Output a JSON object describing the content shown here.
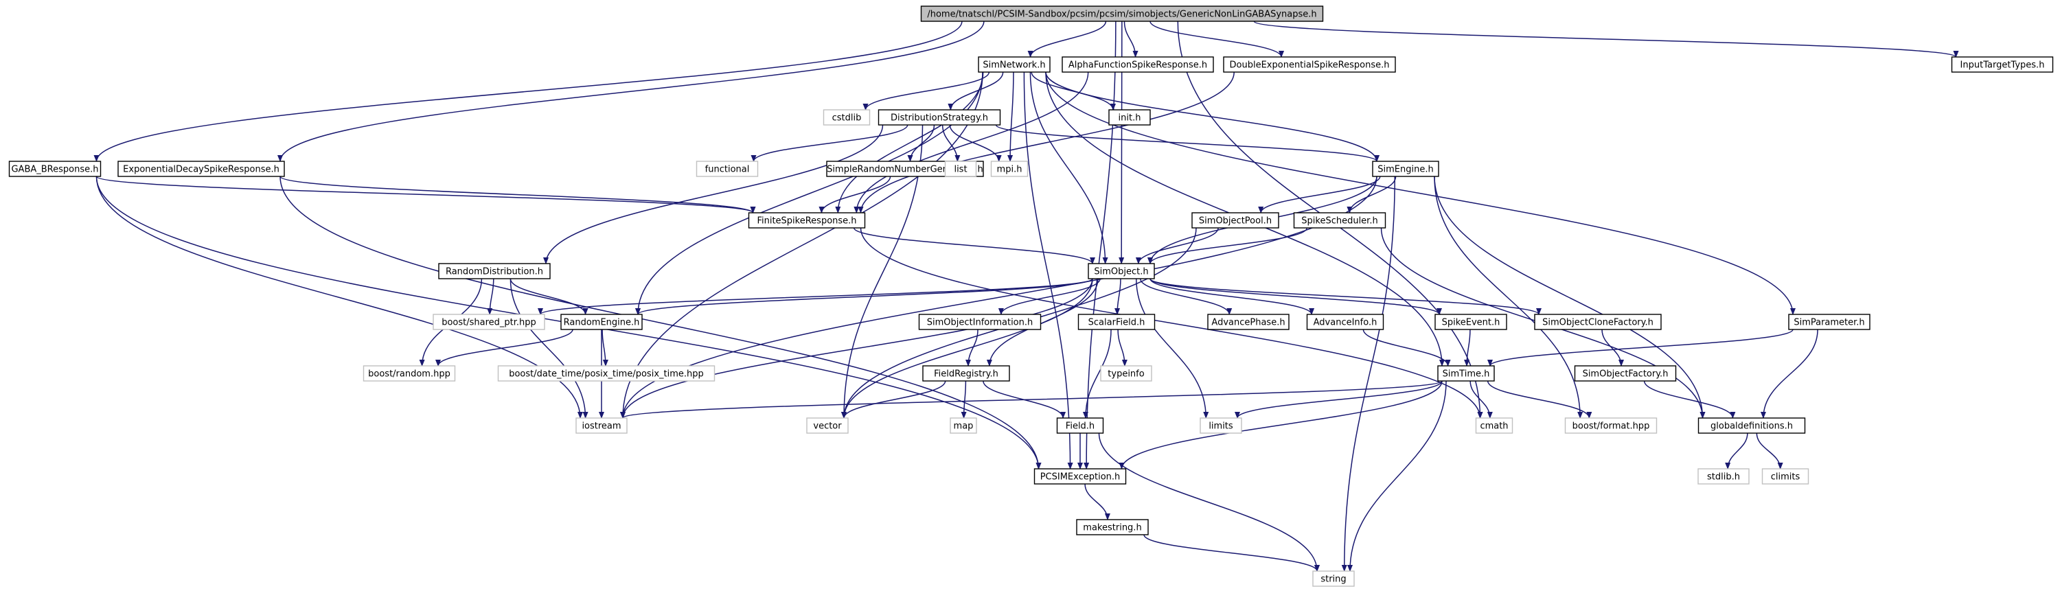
{
  "title": "/home/tnatschl/PCSIM-Sandbox/pcsim/pcsim/simobjects/GenericNonLinGABASynapse.h",
  "edge_color": "#191970",
  "root_fill": "#bfbfbf",
  "nodes": [
    {
      "id": "root",
      "label": "/home/tnatschl/PCSIM-Sandbox/pcsim/pcsim/simobjects/GenericNonLinGABASynapse.h",
      "kind": "root"
    },
    {
      "id": "simnetwork",
      "label": "SimNetwork.h",
      "kind": "file"
    },
    {
      "id": "alphaf",
      "label": "AlphaFunctionSpikeResponse.h",
      "kind": "file"
    },
    {
      "id": "doubleexp",
      "label": "DoubleExponentialSpikeResponse.h",
      "kind": "file"
    },
    {
      "id": "inputtarget",
      "label": "InputTargetTypes.h",
      "kind": "file"
    },
    {
      "id": "cstdlib",
      "label": "cstdlib",
      "kind": "system"
    },
    {
      "id": "diststrat",
      "label": "DistributionStrategy.h",
      "kind": "file"
    },
    {
      "id": "inith",
      "label": "init.h",
      "kind": "file"
    },
    {
      "id": "gabab",
      "label": "GABA_BResponse.h",
      "kind": "file"
    },
    {
      "id": "expdecay",
      "label": "ExponentialDecaySpikeResponse.h",
      "kind": "file"
    },
    {
      "id": "functional",
      "label": "functional",
      "kind": "system"
    },
    {
      "id": "simplerng",
      "label": "SimpleRandomNumberGenerator.h",
      "kind": "file"
    },
    {
      "id": "list",
      "label": "list",
      "kind": "system"
    },
    {
      "id": "mpih",
      "label": "mpi.h",
      "kind": "system"
    },
    {
      "id": "simengine",
      "label": "SimEngine.h",
      "kind": "file"
    },
    {
      "id": "finitespike",
      "label": "FiniteSpikeResponse.h",
      "kind": "file"
    },
    {
      "id": "simobjectpool",
      "label": "SimObjectPool.h",
      "kind": "file"
    },
    {
      "id": "spikesched",
      "label": "SpikeScheduler.h",
      "kind": "file"
    },
    {
      "id": "randomdist",
      "label": "RandomDistribution.h",
      "kind": "file"
    },
    {
      "id": "simobject",
      "label": "SimObject.h",
      "kind": "file"
    },
    {
      "id": "sharedptr",
      "label": "boost/shared_ptr.hpp",
      "kind": "system"
    },
    {
      "id": "randomengine",
      "label": "RandomEngine.h",
      "kind": "file"
    },
    {
      "id": "simobjinfo",
      "label": "SimObjectInformation.h",
      "kind": "file"
    },
    {
      "id": "scalarfield",
      "label": "ScalarField.h",
      "kind": "file"
    },
    {
      "id": "advancephase",
      "label": "AdvancePhase.h",
      "kind": "file"
    },
    {
      "id": "advanceinfo",
      "label": "AdvanceInfo.h",
      "kind": "file"
    },
    {
      "id": "spikeevent",
      "label": "SpikeEvent.h",
      "kind": "file"
    },
    {
      "id": "cloneFactory",
      "label": "SimObjectCloneFactory.h",
      "kind": "file"
    },
    {
      "id": "simparam",
      "label": "SimParameter.h",
      "kind": "file"
    },
    {
      "id": "boostrandom",
      "label": "boost/random.hpp",
      "kind": "system"
    },
    {
      "id": "posixtime",
      "label": "boost/date_time/posix_time/posix_time.hpp",
      "kind": "system"
    },
    {
      "id": "fieldreg",
      "label": "FieldRegistry.h",
      "kind": "file"
    },
    {
      "id": "typeinfo",
      "label": "typeinfo",
      "kind": "system"
    },
    {
      "id": "simtime",
      "label": "SimTime.h",
      "kind": "file"
    },
    {
      "id": "simobjfactory",
      "label": "SimObjectFactory.h",
      "kind": "file"
    },
    {
      "id": "iostream",
      "label": "iostream",
      "kind": "system"
    },
    {
      "id": "vector",
      "label": "vector",
      "kind": "system"
    },
    {
      "id": "map",
      "label": "map",
      "kind": "system"
    },
    {
      "id": "field",
      "label": "Field.h",
      "kind": "file"
    },
    {
      "id": "limits",
      "label": "limits",
      "kind": "system"
    },
    {
      "id": "cmath",
      "label": "cmath",
      "kind": "system"
    },
    {
      "id": "boostformat",
      "label": "boost/format.hpp",
      "kind": "system"
    },
    {
      "id": "globaldefs",
      "label": "globaldefinitions.h",
      "kind": "file"
    },
    {
      "id": "pcsimexc",
      "label": "PCSIMException.h",
      "kind": "file"
    },
    {
      "id": "stdlib",
      "label": "stdlib.h",
      "kind": "system"
    },
    {
      "id": "climits",
      "label": "climits",
      "kind": "system"
    },
    {
      "id": "makestring",
      "label": "makestring.h",
      "kind": "file"
    },
    {
      "id": "string",
      "label": "string",
      "kind": "system"
    }
  ],
  "edges": [
    [
      "root",
      "simnetwork"
    ],
    [
      "root",
      "alphaf"
    ],
    [
      "root",
      "doubleexp"
    ],
    [
      "root",
      "inputtarget"
    ],
    [
      "root",
      "gabab"
    ],
    [
      "root",
      "expdecay"
    ],
    [
      "root",
      "simobject"
    ],
    [
      "root",
      "pcsimexc"
    ],
    [
      "root",
      "cmath"
    ],
    [
      "simnetwork",
      "cstdlib"
    ],
    [
      "simnetwork",
      "diststrat"
    ],
    [
      "simnetwork",
      "inith"
    ],
    [
      "simnetwork",
      "mpih"
    ],
    [
      "simnetwork",
      "simengine"
    ],
    [
      "simnetwork",
      "simobject"
    ],
    [
      "simnetwork",
      "randomengine"
    ],
    [
      "simnetwork",
      "finitespike"
    ],
    [
      "simnetwork",
      "simparam"
    ],
    [
      "simnetwork",
      "simtime"
    ],
    [
      "simnetwork",
      "iostream"
    ],
    [
      "simnetwork",
      "pcsimexc"
    ],
    [
      "alphaf",
      "finitespike"
    ],
    [
      "doubleexp",
      "finitespike"
    ],
    [
      "diststrat",
      "functional"
    ],
    [
      "diststrat",
      "simplerng"
    ],
    [
      "diststrat",
      "list"
    ],
    [
      "diststrat",
      "mpih"
    ],
    [
      "diststrat",
      "simengine"
    ],
    [
      "diststrat",
      "randomdist"
    ],
    [
      "diststrat",
      "vector"
    ],
    [
      "gabab",
      "finitespike"
    ],
    [
      "gabab",
      "pcsimexc"
    ],
    [
      "gabab",
      "iostream"
    ],
    [
      "expdecay",
      "finitespike"
    ],
    [
      "expdecay",
      "pcsimexc"
    ],
    [
      "simplerng",
      "finitespike"
    ],
    [
      "finitespike",
      "simobject"
    ],
    [
      "finitespike",
      "cmath"
    ],
    [
      "simengine",
      "simobjectpool"
    ],
    [
      "simengine",
      "spikesched"
    ],
    [
      "simengine",
      "simobject"
    ],
    [
      "simengine",
      "string"
    ],
    [
      "simengine",
      "globaldefs"
    ],
    [
      "simengine",
      "iostream"
    ],
    [
      "simengine",
      "boostformat"
    ],
    [
      "simobjectpool",
      "simobject"
    ],
    [
      "simobjectpool",
      "vector"
    ],
    [
      "spikesched",
      "simobject"
    ],
    [
      "spikesched",
      "globaldefs"
    ],
    [
      "randomdist",
      "randomengine"
    ],
    [
      "randomdist",
      "sharedptr"
    ],
    [
      "randomdist",
      "boostrandom"
    ],
    [
      "randomdist",
      "iostream"
    ],
    [
      "simobject",
      "sharedptr"
    ],
    [
      "simobject",
      "randomengine"
    ],
    [
      "simobject",
      "simobjinfo"
    ],
    [
      "simobject",
      "scalarfield"
    ],
    [
      "simobject",
      "advancephase"
    ],
    [
      "simobject",
      "advanceinfo"
    ],
    [
      "simobject",
      "spikeevent"
    ],
    [
      "simobject",
      "cloneFactory"
    ],
    [
      "simobject",
      "fieldreg"
    ],
    [
      "simobject",
      "iostream"
    ],
    [
      "simobject",
      "vector"
    ],
    [
      "simobject",
      "limits"
    ],
    [
      "randomengine",
      "boostrandom"
    ],
    [
      "randomengine",
      "posixtime"
    ],
    [
      "randomengine",
      "iostream"
    ],
    [
      "simobjinfo",
      "fieldreg"
    ],
    [
      "scalarfield",
      "typeinfo"
    ],
    [
      "scalarfield",
      "field"
    ],
    [
      "advanceinfo",
      "simtime"
    ],
    [
      "spikeevent",
      "simtime"
    ],
    [
      "cloneFactory",
      "simobjfactory"
    ],
    [
      "simparam",
      "simtime"
    ],
    [
      "simparam",
      "globaldefs"
    ],
    [
      "fieldreg",
      "map"
    ],
    [
      "fieldreg",
      "field"
    ],
    [
      "fieldreg",
      "vector"
    ],
    [
      "simtime",
      "iostream"
    ],
    [
      "simtime",
      "limits"
    ],
    [
      "simtime",
      "cmath"
    ],
    [
      "simtime",
      "boostformat"
    ],
    [
      "simtime",
      "pcsimexc"
    ],
    [
      "simtime",
      "string"
    ],
    [
      "simobjfactory",
      "globaldefs"
    ],
    [
      "field",
      "pcsimexc"
    ],
    [
      "field",
      "string"
    ],
    [
      "globaldefs",
      "stdlib"
    ],
    [
      "globaldefs",
      "climits"
    ],
    [
      "pcsimexc",
      "makestring"
    ],
    [
      "makestring",
      "string"
    ]
  ]
}
